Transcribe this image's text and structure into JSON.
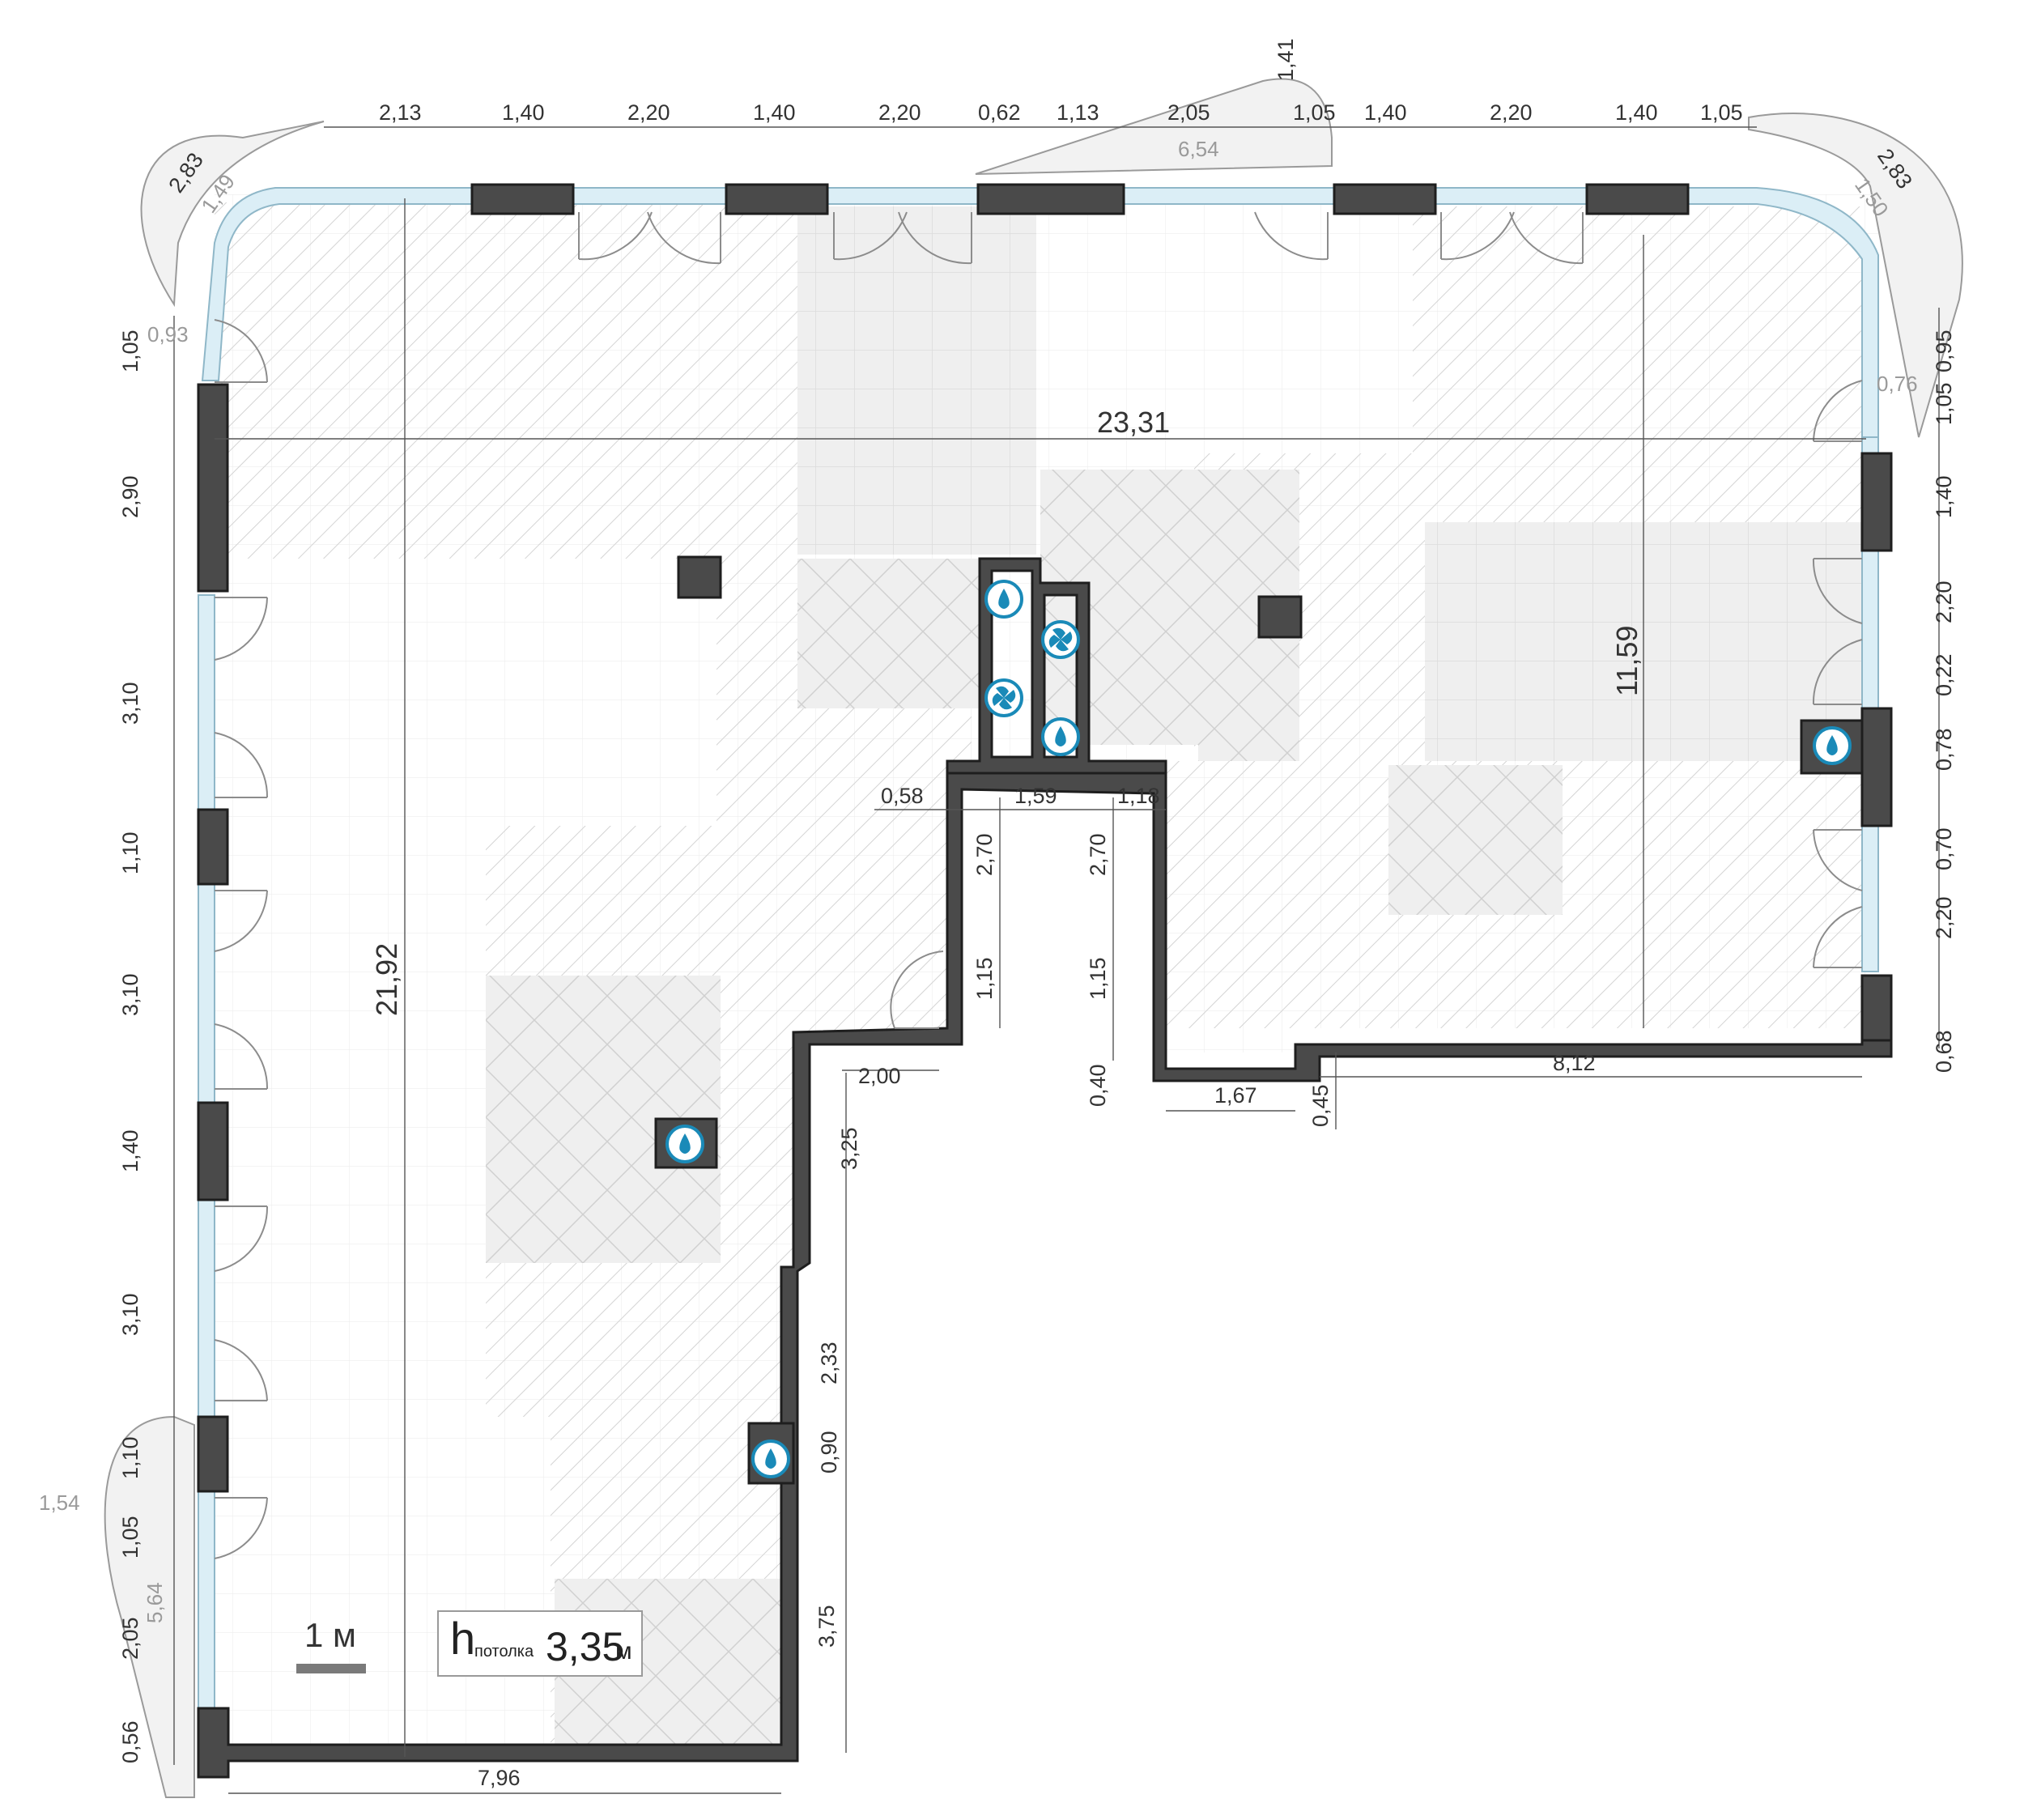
{
  "ceiling": {
    "h": "h",
    "label": "потолка",
    "value": "3,35",
    "unit": "м"
  },
  "scale": {
    "label": "1 м"
  },
  "colors": {
    "wall": "#4a4a4a",
    "glass": "#dbeef6",
    "riser": "#1a8ab8",
    "hatch": "#c8c8c8"
  },
  "icons": {
    "water": "water-drop-icon",
    "vent": "fan-icon"
  },
  "dimensions": {
    "top": [
      "2,13",
      "1,40",
      "2,20",
      "1,40",
      "2,20",
      "0,62",
      "1,13",
      "2,05",
      "1,05",
      "1,40",
      "2,20",
      "1,40",
      "1,05"
    ],
    "top_extra": {
      "d141": "1,41",
      "d654": "6,54"
    },
    "corners": {
      "tl283": "2,83",
      "tl149": "1,49",
      "tr283": "2,83",
      "tr150": "1,50",
      "tl093": "0,93",
      "tr076": "0,76"
    },
    "left": [
      "1,05",
      "2,90",
      "3,10",
      "1,10",
      "3,10",
      "1,40",
      "3,10",
      "1,10",
      "1,05",
      "2,05",
      "0,56"
    ],
    "left_extra": {
      "d154": "1,54",
      "d564": "5,64"
    },
    "right": [
      "0,95",
      "1,05",
      "1,40",
      "2,20",
      "0,22",
      "0,78",
      "0,70",
      "2,20",
      "0,68"
    ],
    "overall": {
      "width": "23,31",
      "height": "21,92",
      "right_height": "11,59",
      "bottom_left": "7,96",
      "bottom_right": "8,12"
    },
    "core": {
      "w058": "0,58",
      "w159": "1,59",
      "w118": "1,18",
      "h270a": "2,70",
      "h270b": "2,70",
      "h115a": "1,15",
      "h115b": "1,15",
      "h040": "0,40",
      "w167": "1,67",
      "h045": "0,45"
    },
    "step": {
      "w200": "2,00",
      "h325": "3,25",
      "h233": "2,33",
      "h090": "0,90",
      "h375": "3,75"
    }
  }
}
